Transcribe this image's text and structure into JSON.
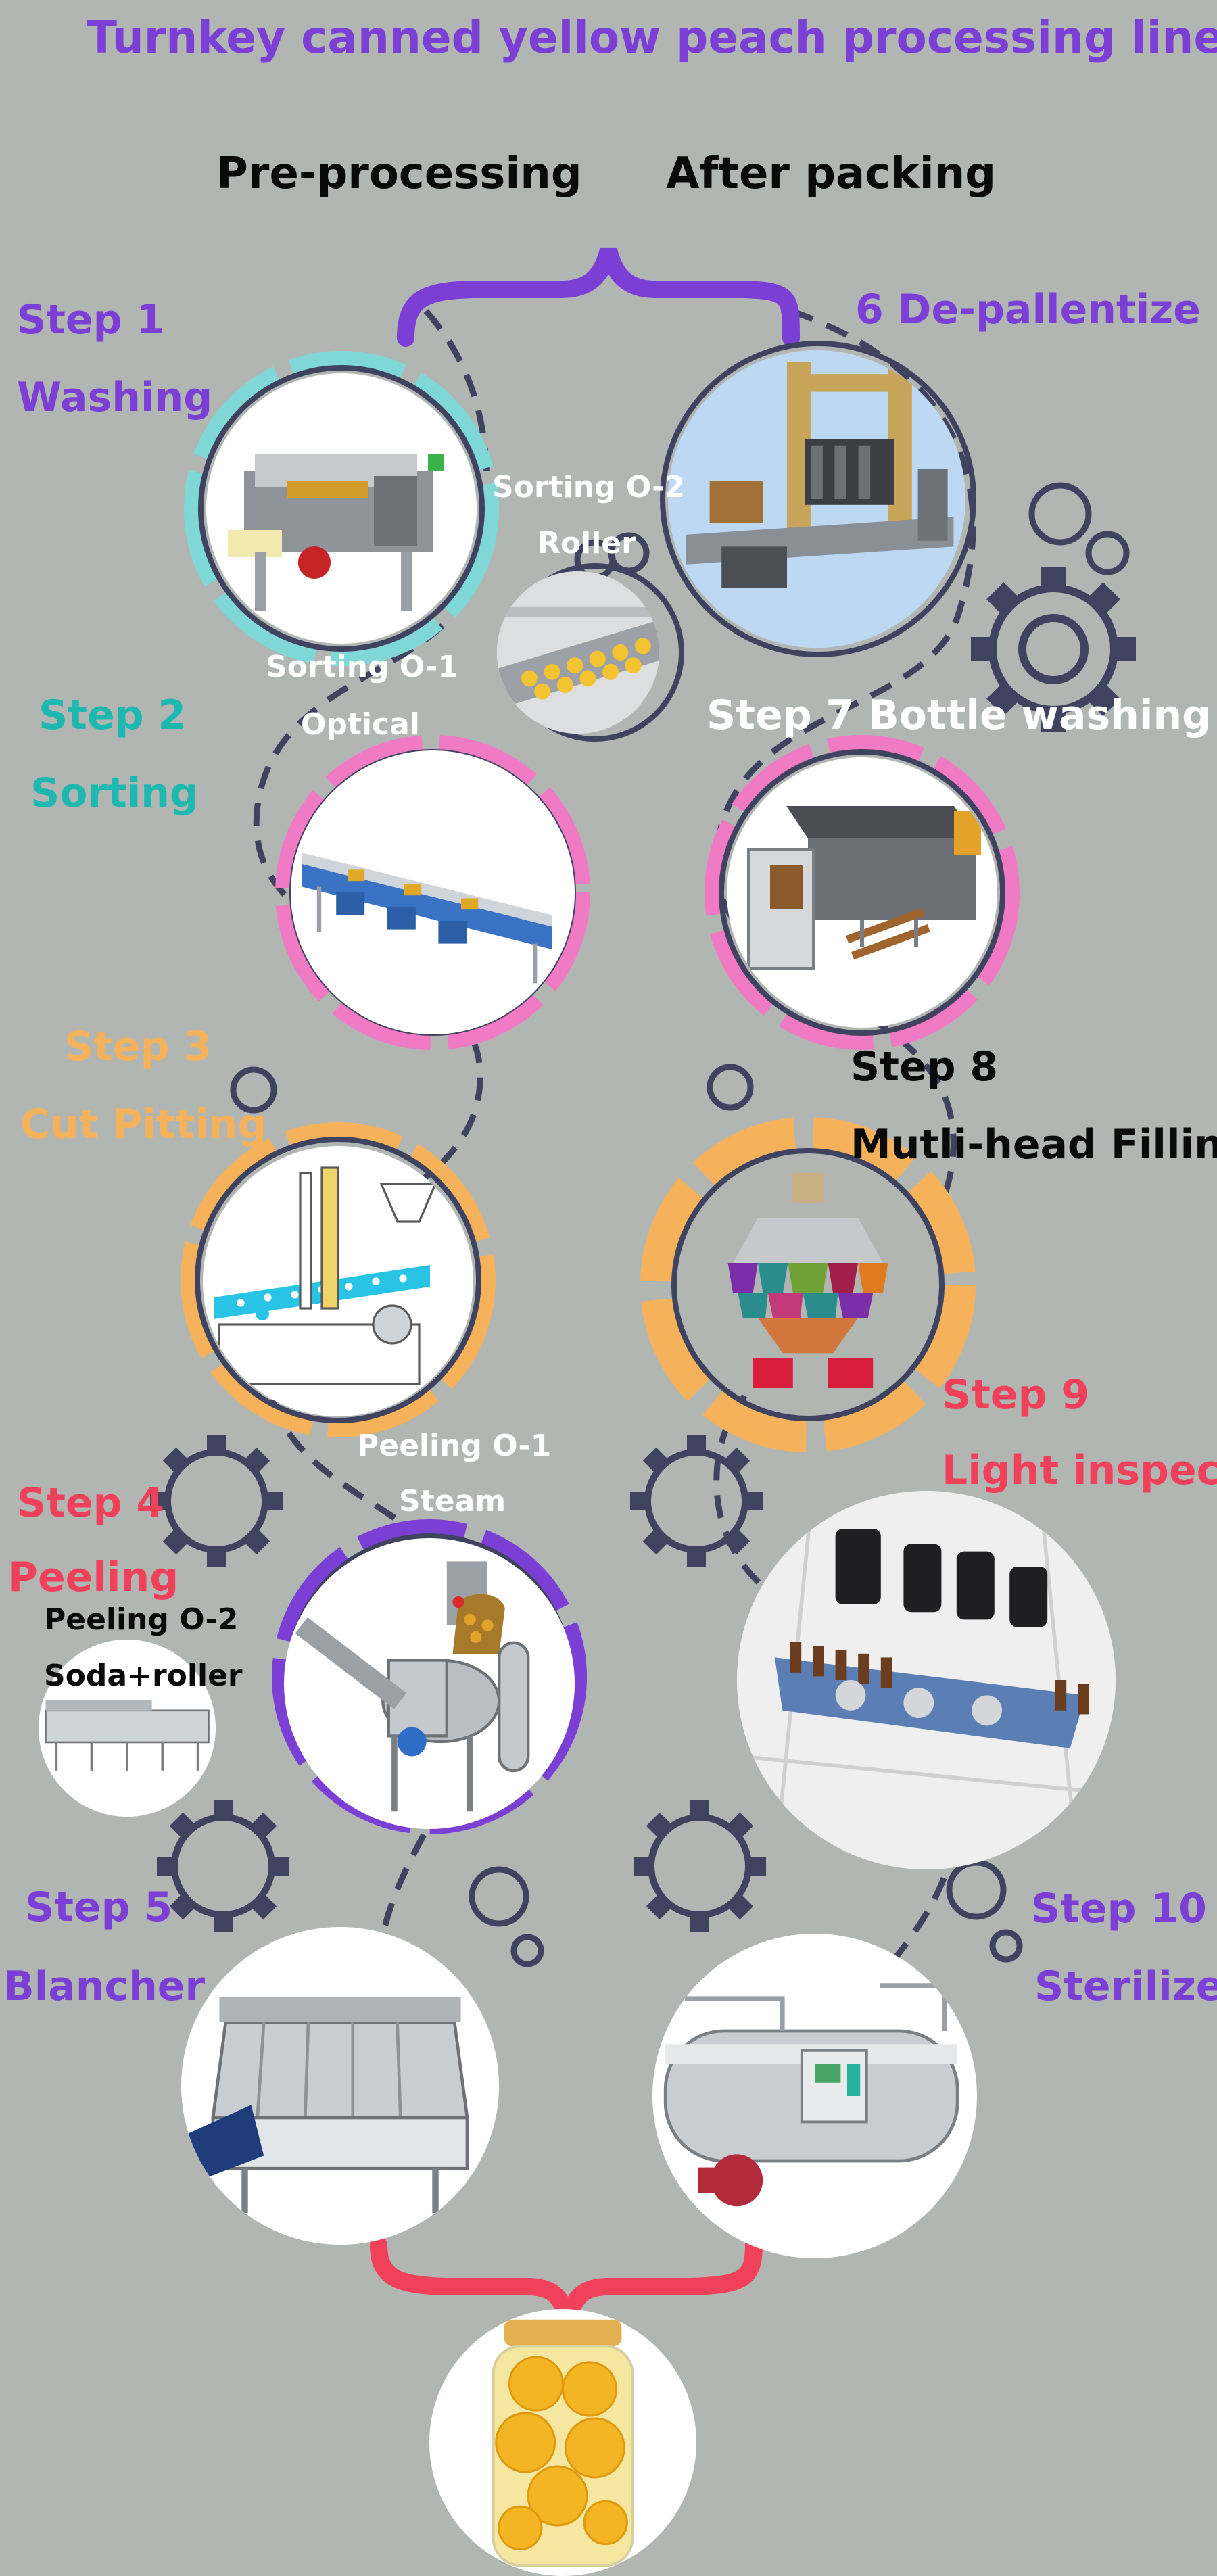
{
  "title": "Turnkey canned yellow peach processing line",
  "headers": {
    "left": "Pre-processing",
    "right": "After packing"
  },
  "colors": {
    "background": "#b2b6b3",
    "purple": "#7c3fd6",
    "teal": "#1fb8b0",
    "orange": "#f6b25a",
    "red": "#f0405a",
    "pink": "#f07ac4",
    "navy": "#3f4360",
    "white": "#ffffff",
    "black": "#0a0a0a"
  },
  "steps": [
    {
      "num": "Step 1",
      "name": "Washing"
    },
    {
      "num": "Step 2",
      "name": "Sorting"
    },
    {
      "num": "Step 3",
      "name": "Cut Pitting"
    },
    {
      "num": "Step 4",
      "name": "Peeling"
    },
    {
      "num": "Step 5",
      "name": "Blancher"
    },
    {
      "label": "6 De-pallentize"
    },
    {
      "label": "Step 7 Bottle washing"
    },
    {
      "num": "Step 8",
      "name": "Mutli-head Filling"
    },
    {
      "num": "Step 9",
      "name": "Light inspect"
    },
    {
      "num": "Step 10",
      "name": "Sterilize"
    }
  ],
  "options": {
    "sorting_o2": {
      "line1": "Sorting O-2",
      "line2": "Roller"
    },
    "sorting_o1": {
      "line1": "Sorting O-1",
      "line2": "Optical"
    },
    "peeling_o1": {
      "line1": "Peeling O-1",
      "line2": "Steam"
    },
    "peeling_o2": {
      "line1": "Peeling O-2",
      "line2": "Soda+roller"
    }
  },
  "icons": [
    "washing-machine-image",
    "roller-sorter-image",
    "optical-sorter-image",
    "cut-pitting-machine-image",
    "steam-peeler-image",
    "soda-roller-peeler-image",
    "blancher-image",
    "depalletizer-image",
    "bottle-washer-image",
    "multihead-filler-image",
    "light-inspection-image",
    "sterilizer-image",
    "peach-jar-image",
    "gear-icon",
    "brace-icon"
  ]
}
